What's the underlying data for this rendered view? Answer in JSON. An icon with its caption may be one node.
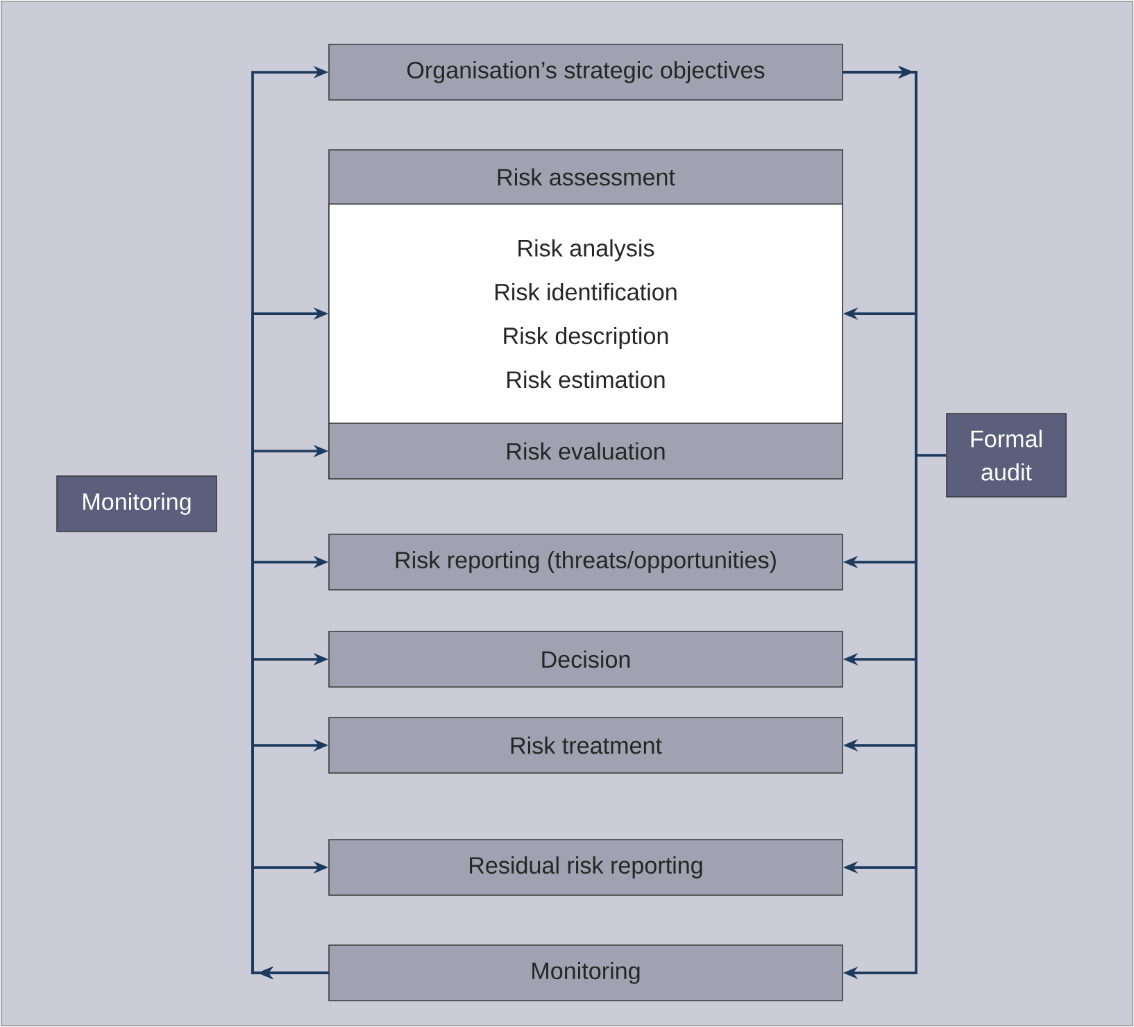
{
  "diagram": {
    "nodes": [
      {
        "text": [
          "Monitoring"
        ]
      },
      {
        "text": [
          "Organisation’s strategic objectives"
        ]
      },
      {
        "text": [
          "Risk assessment"
        ]
      },
      {
        "text": [
          "Risk analysis",
          "Risk identification",
          "Risk description",
          "Risk estimation"
        ],
        "in": 2
      },
      {
        "text": [
          "Risk evaluation"
        ],
        "in": 2
      },
      {
        "text": [
          "Risk reporting (threats/opportunities)"
        ]
      },
      {
        "text": [
          "Decision"
        ]
      },
      {
        "text": [
          "Risk treatment"
        ]
      },
      {
        "text": [
          "Residual risk reporting"
        ]
      },
      {
        "text": [
          "Monitoring"
        ]
      },
      {
        "text": [
          "Formal audit"
        ]
      }
    ],
    "edges": [
      {
        "from": 9,
        "to": 1,
        "arrow": "to"
      },
      {
        "from": 9,
        "to": 3,
        "arrow": "to"
      },
      {
        "from": 9,
        "to": 4,
        "arrow": "to"
      },
      {
        "from": 9,
        "to": 5,
        "arrow": "to"
      },
      {
        "from": 9,
        "to": 6,
        "arrow": "to"
      },
      {
        "from": 9,
        "to": 7,
        "arrow": "to"
      },
      {
        "from": 9,
        "to": 8,
        "arrow": "to"
      },
      {
        "from": 1,
        "to": 3,
        "arrow": "to"
      },
      {
        "from": 1,
        "to": 5,
        "arrow": "to"
      },
      {
        "from": 1,
        "to": 6,
        "arrow": "to"
      },
      {
        "from": 1,
        "to": 7,
        "arrow": "to"
      },
      {
        "from": 1,
        "to": 8,
        "arrow": "to"
      },
      {
        "from": 1,
        "to": 9,
        "arrow": "to"
      },
      {
        "from": 10,
        "to": 1,
        "arrow": "none"
      }
    ]
  }
}
